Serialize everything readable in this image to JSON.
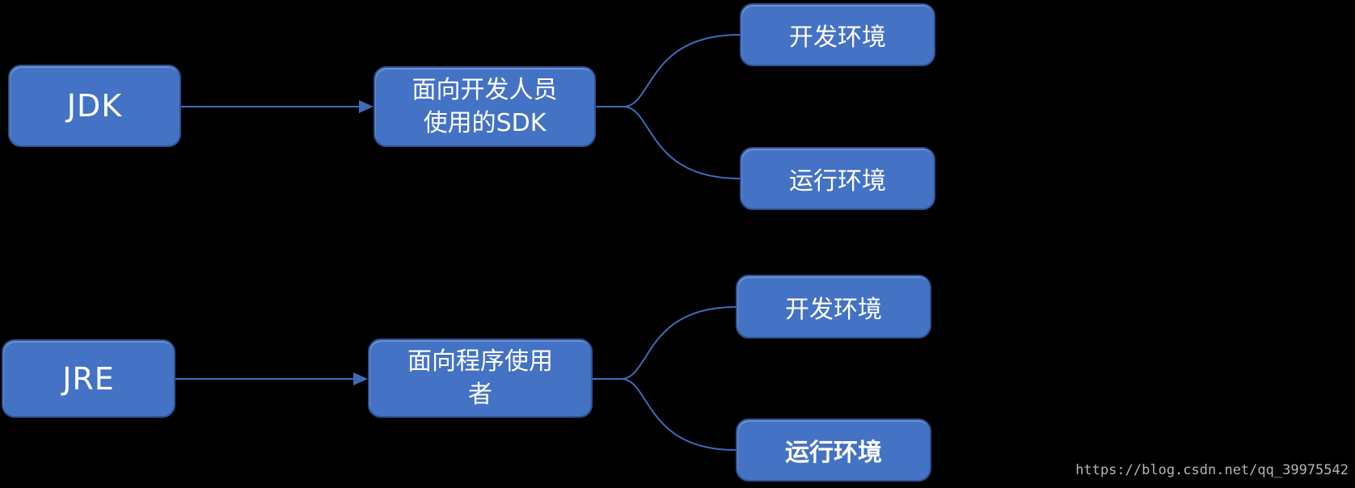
{
  "colors": {
    "node-fill": "#4472c4",
    "node-border": "#2e5191",
    "connector": "#3f6ab8",
    "node-text": "#ffffff",
    "watermark": "#b5b5ad",
    "bg": "#000000"
  },
  "diagram": {
    "rows": [
      {
        "root": {
          "label": "JDK"
        },
        "middle": {
          "lines": [
            "面向开发人员",
            "使用的SDK"
          ]
        },
        "leaves": [
          {
            "label": "开发环境",
            "bold": false
          },
          {
            "label": "运行环境",
            "bold": false
          }
        ]
      },
      {
        "root": {
          "label": "JRE"
        },
        "middle": {
          "lines": [
            "面向程序使用",
            "者"
          ]
        },
        "leaves": [
          {
            "label": "开发环境",
            "bold": false
          },
          {
            "label": "运行环境",
            "bold": true
          }
        ]
      }
    ]
  },
  "watermark": {
    "text": "https://blog.csdn.net/qq_39975542"
  }
}
